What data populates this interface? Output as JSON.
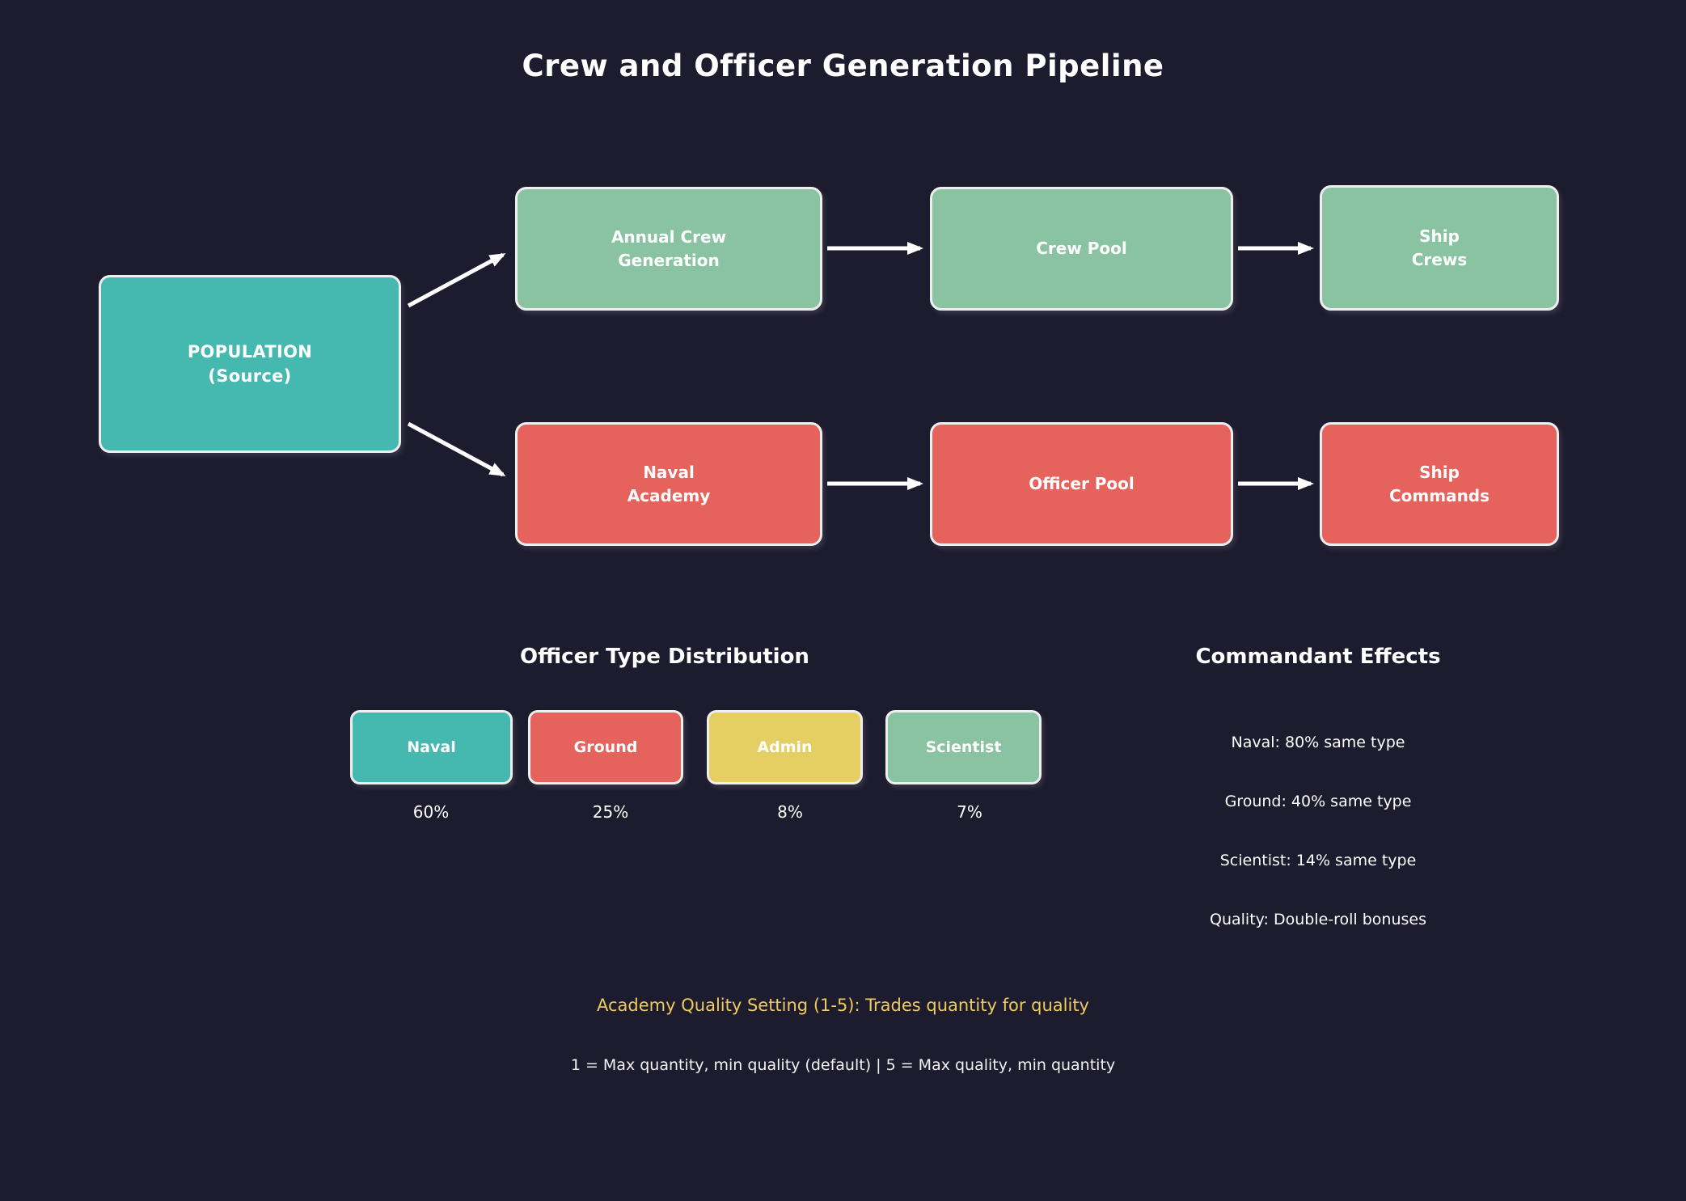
{
  "title": "Crew and Officer Generation Pipeline",
  "colors": {
    "background": "#1d1b2e",
    "source_teal": "#45b8b0",
    "crew_green": "#8ac3a2",
    "officer_red": "#e5625d",
    "admin_yellow": "#e5ce62",
    "highlight_gold": "#edcb5f",
    "box_border": "#eeeeee",
    "text": "#ffffff",
    "arrow": "#ffffff"
  },
  "pipeline": {
    "nodes": [
      {
        "id": "population",
        "label": "POPULATION\n(Source)",
        "color": "#45b8b0"
      },
      {
        "id": "annual-crew-generation",
        "label": "Annual Crew\nGeneration",
        "color": "#8ac3a2"
      },
      {
        "id": "crew-pool",
        "label": "Crew Pool",
        "color": "#8ac3a2"
      },
      {
        "id": "ship-crews",
        "label": "Ship\nCrews",
        "color": "#8ac3a2"
      },
      {
        "id": "naval-academy",
        "label": "Naval\nAcademy",
        "color": "#e5625d"
      },
      {
        "id": "officer-pool",
        "label": "Officer Pool",
        "color": "#e5625d"
      },
      {
        "id": "ship-commands",
        "label": "Ship\nCommands",
        "color": "#e5625d"
      }
    ],
    "arrows": [
      "population-to-annual-crew-generation",
      "population-to-naval-academy",
      "annual-crew-generation-to-crew-pool",
      "crew-pool-to-ship-crews",
      "naval-academy-to-officer-pool",
      "officer-pool-to-ship-commands"
    ]
  },
  "distribution": {
    "heading": "Officer Type Distribution",
    "items": [
      {
        "label": "Naval",
        "value": "60%",
        "color": "#45b8b0"
      },
      {
        "label": "Ground",
        "value": "25%",
        "color": "#e5625d"
      },
      {
        "label": "Admin",
        "value": "8%",
        "color": "#e5ce62"
      },
      {
        "label": "Scientist",
        "value": "7%",
        "color": "#8ac3a2"
      }
    ]
  },
  "commandant": {
    "heading": "Commandant Effects",
    "lines": [
      "Naval: 80% same type",
      "Ground: 40% same type",
      "Scientist: 14% same type",
      "Quality: Double-roll bonuses"
    ]
  },
  "footer": {
    "quality_setting": "Academy Quality Setting (1-5): Trades quantity for quality",
    "quality_scale": "1 = Max quantity, min quality (default) | 5 = Max quality, min quantity"
  }
}
